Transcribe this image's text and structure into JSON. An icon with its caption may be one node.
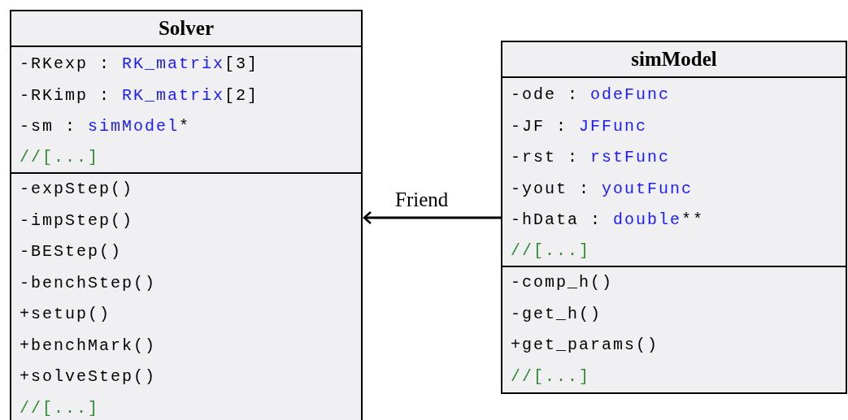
{
  "diagram": {
    "nodes": [
      {
        "text": [
          "Solver",
          "-RKexp : RK_matrix[3]",
          "-RKimp : RK_matrix[2]",
          "-sm : simModel*",
          "//[...]",
          "-expStep()",
          "-impStep()",
          "-BEStep()",
          "-benchStep()",
          "+setup()",
          "+benchMark()",
          "+solveStep()",
          "//[...]"
        ]
      },
      {
        "text": [
          "simModel",
          "-ode : odeFunc",
          "-JF : JFFunc",
          "-rst : rstFunc",
          "-yout : youtFunc",
          "-hData : double**",
          "//[...]",
          "-comp_h()",
          "-get_h()",
          "+get_params()",
          "//[...]"
        ]
      }
    ],
    "edges": [
      {
        "from": 1,
        "to": 0,
        "arrow": "to",
        "label": "Friend"
      }
    ]
  }
}
